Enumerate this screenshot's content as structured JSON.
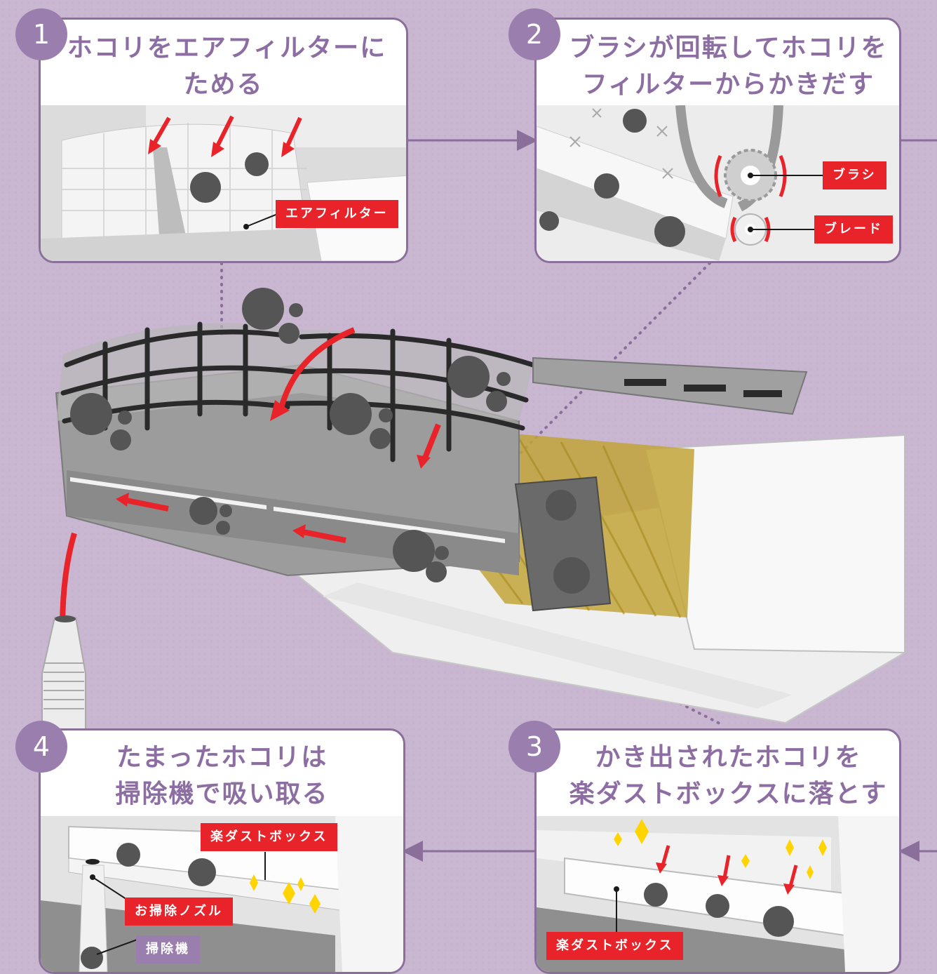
{
  "panels": {
    "p1": {
      "number": "1",
      "title_line1": "ホコリをエアフィルターに",
      "title_line2": "ためる",
      "labels": {
        "filter": "エアフィルター"
      }
    },
    "p2": {
      "number": "2",
      "title_line1": "ブラシが回転してホコリを",
      "title_line2": "フィルターからかきだす",
      "labels": {
        "brush": "ブラシ",
        "blade": "ブレード"
      }
    },
    "p3": {
      "number": "3",
      "title_line1": "かき出されたホコリを",
      "title_line2": "楽ダストボックスに落とす",
      "labels": {
        "dustbox": "楽ダストボックス"
      }
    },
    "p4": {
      "number": "4",
      "title_line1": "たまったホコリは",
      "title_line2": "掃除機で吸い取る",
      "labels": {
        "dustbox": "楽ダストボックス",
        "nozzle": "お掃除ノズル",
        "vacuum": "掃除機"
      }
    }
  },
  "colors": {
    "accent": "#e8232a",
    "purple": "#9a7fae",
    "title": "#8d6ea3",
    "background": "#c9b6d0",
    "dust": "#555555"
  }
}
